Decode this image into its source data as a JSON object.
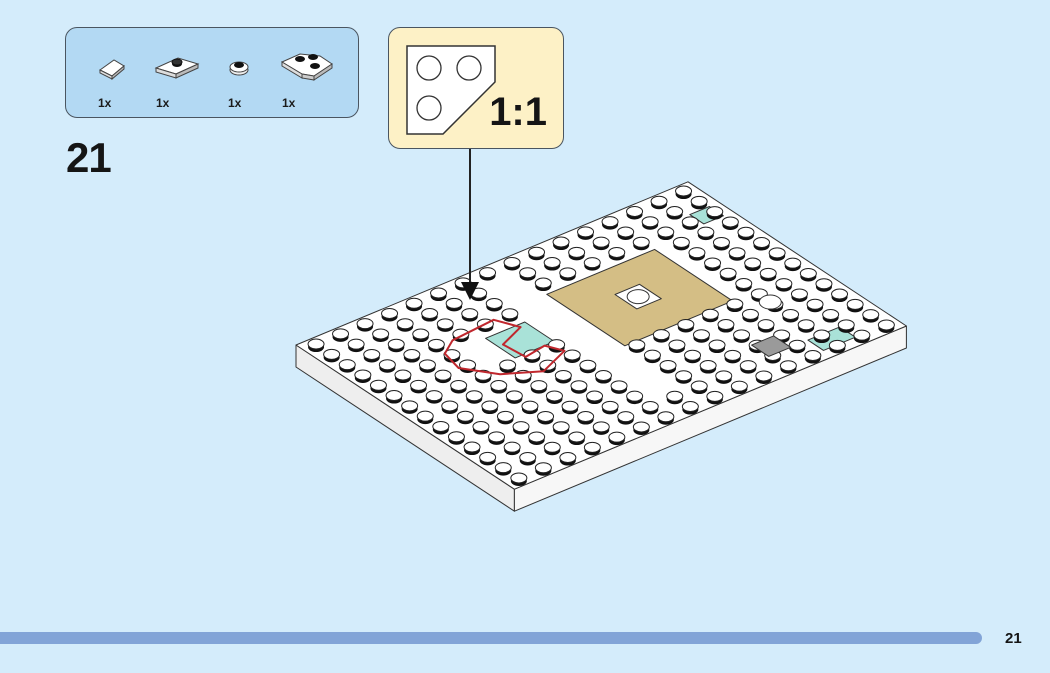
{
  "parts_list": {
    "items": [
      {
        "icon": "slope-tile-icon",
        "qty": "1x"
      },
      {
        "icon": "jumper-plate-icon",
        "qty": "1x"
      },
      {
        "icon": "round-plate-icon",
        "qty": "1x"
      },
      {
        "icon": "wedge-plate-icon",
        "qty": "1x"
      }
    ]
  },
  "step": {
    "number": "21"
  },
  "callout": {
    "scale": "1:1",
    "icon": "wedge-plate-top-view-icon"
  },
  "footer": {
    "page_number": "21",
    "progress": 0.94
  },
  "colors": {
    "background": "#d4ecfb",
    "parts_box": "#b3d9f3",
    "callout_box": "#fdf1c6",
    "tan": "#d4be85",
    "trans_aqua": "#a9e2d8",
    "highlight": "#c0272d",
    "progress": "#82a4d7"
  }
}
